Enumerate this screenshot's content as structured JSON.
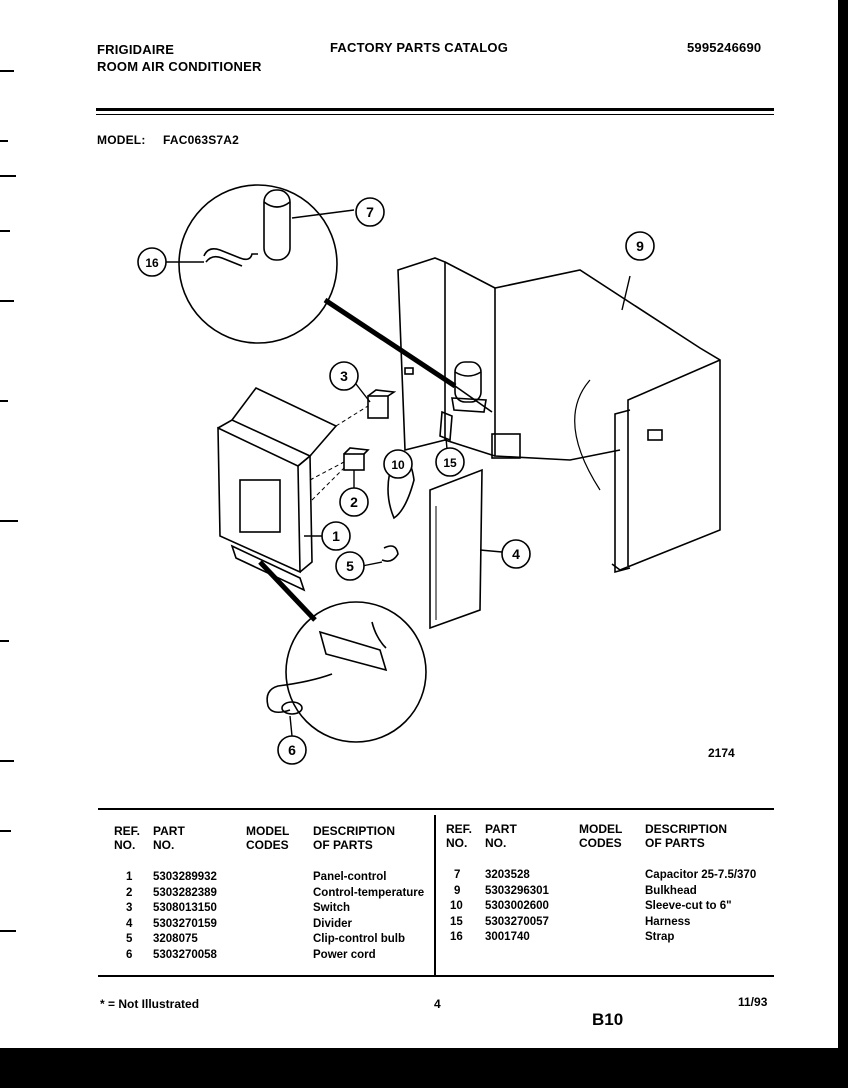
{
  "header": {
    "brand": "FRIGIDAIRE",
    "product": "ROOM AIR CONDITIONER",
    "catalog_title": "FACTORY PARTS CATALOG",
    "catalog_number": "5995246690",
    "model_label": "MODEL:",
    "model_number": "FAC063S7A2"
  },
  "diagram": {
    "drawing_number": "2174",
    "callouts": [
      "1",
      "2",
      "3",
      "4",
      "5",
      "6",
      "7",
      "9",
      "10",
      "15",
      "16"
    ]
  },
  "table": {
    "columns": {
      "ref": [
        "REF.",
        "NO."
      ],
      "part": [
        "PART",
        "NO."
      ],
      "model": [
        "MODEL",
        "CODES"
      ],
      "desc": [
        "DESCRIPTION",
        "OF PARTS"
      ]
    },
    "left_rows": [
      {
        "ref": "1",
        "part": "5303289932",
        "desc": "Panel-control"
      },
      {
        "ref": "2",
        "part": "5303282389",
        "desc": "Control-temperature"
      },
      {
        "ref": "3",
        "part": "5308013150",
        "desc": "Switch"
      },
      {
        "ref": "4",
        "part": "5303270159",
        "desc": "Divider"
      },
      {
        "ref": "5",
        "part": "3208075",
        "desc": "Clip-control bulb"
      },
      {
        "ref": "6",
        "part": "5303270058",
        "desc": "Power cord"
      }
    ],
    "right_rows": [
      {
        "ref": "7",
        "part": "3203528",
        "desc": "Capacitor 25-7.5/370"
      },
      {
        "ref": "9",
        "part": "5303296301",
        "desc": "Bulkhead"
      },
      {
        "ref": "10",
        "part": "5303002600",
        "desc": "Sleeve-cut to 6\""
      },
      {
        "ref": "15",
        "part": "5303270057",
        "desc": "Harness"
      },
      {
        "ref": "16",
        "part": "3001740",
        "desc": "Strap"
      }
    ]
  },
  "footer": {
    "note": "* = Not Illustrated",
    "page": "4",
    "section": "B10",
    "date": "11/93"
  }
}
